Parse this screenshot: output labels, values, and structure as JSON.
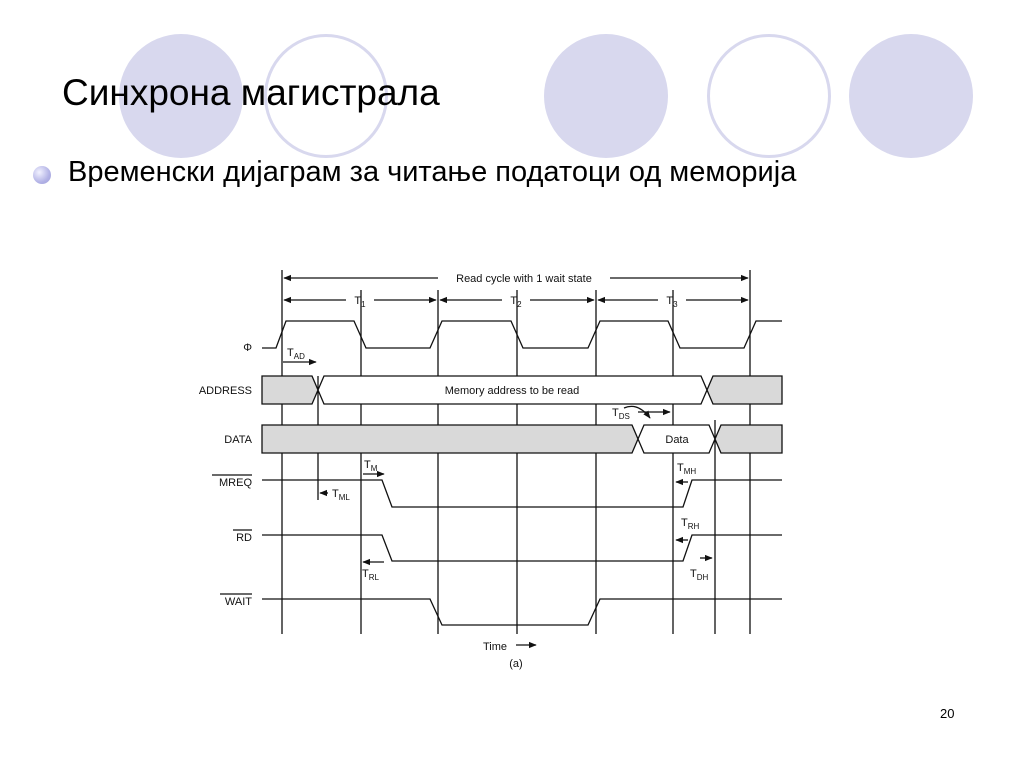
{
  "slide": {
    "title": "Синхрона магистрала",
    "bullet": "Временски дијаграм за читање податоци од меморија",
    "page_number": "20"
  },
  "diagram": {
    "cycle_label": "Read cycle with 1 wait state",
    "clock_periods": [
      {
        "main": "T",
        "sub": "1"
      },
      {
        "main": "T",
        "sub": "2"
      },
      {
        "main": "T",
        "sub": "3"
      }
    ],
    "signals": {
      "clock": "Φ",
      "address": "ADDRESS",
      "data": "DATA",
      "mreq": "MREQ",
      "rd": "RD",
      "wait": "WAIT"
    },
    "address_text": "Memory address to be read",
    "data_text": "Data",
    "timing_params": {
      "tad": {
        "main": "T",
        "sub": "AD"
      },
      "tds": {
        "main": "T",
        "sub": "DS"
      },
      "tm": {
        "main": "T",
        "sub": "M"
      },
      "tml": {
        "main": "T",
        "sub": "ML"
      },
      "tmh": {
        "main": "T",
        "sub": "MH"
      },
      "trh": {
        "main": "T",
        "sub": "RH"
      },
      "trl": {
        "main": "T",
        "sub": "RL"
      },
      "tdh": {
        "main": "T",
        "sub": "DH"
      }
    },
    "time_label": "Time",
    "figure_label": "(a)",
    "colors": {
      "bus_fill": "#d9d9d9",
      "line": "#111111",
      "decor": "#d8d8ee"
    }
  }
}
